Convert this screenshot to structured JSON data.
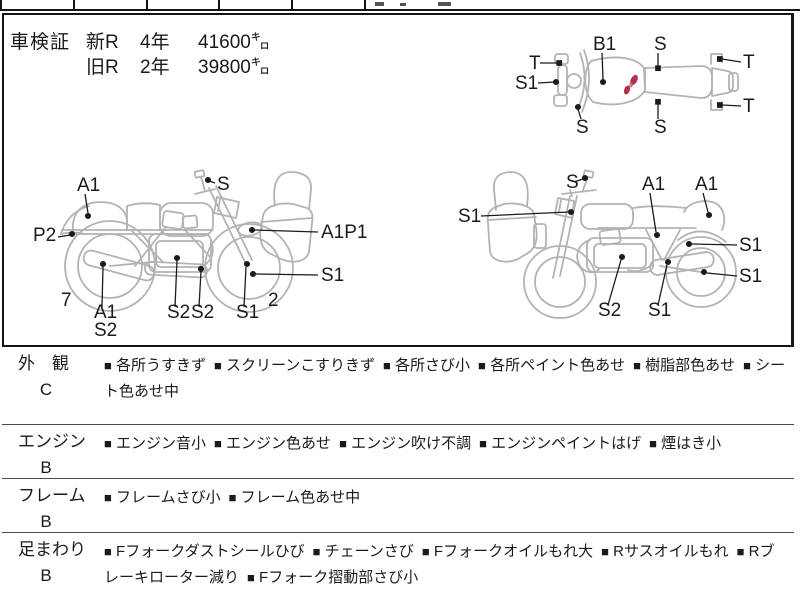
{
  "header": {
    "title": "車検証",
    "rows": [
      {
        "label": "新R",
        "year": "4年",
        "distance": "41600㌔"
      },
      {
        "label": "旧R",
        "year": "2年",
        "distance": "39800㌔"
      }
    ]
  },
  "diagrams": {
    "top_view": {
      "labels": {
        "b1": "B1",
        "s_top": "S",
        "t_left": "T",
        "s1_left": "S1",
        "s_bl": "S",
        "s_bc": "S",
        "t_rt": "T",
        "t_rb": "T"
      }
    },
    "side_view_right_facing": {
      "labels": {
        "a1_top": "A1",
        "s_top": "S",
        "p2": "P2",
        "a1p1": "A1P1",
        "s1_right": "S1",
        "num7": "7",
        "a1_bottom": "A1",
        "s2_below": "S2",
        "s2_mid_a": "S2",
        "s2_mid_b": "S2",
        "s1_bottom": "S1",
        "num2": "2"
      }
    },
    "side_view_left_facing": {
      "labels": {
        "s1_left": "S1",
        "s_top": "S",
        "a1_side": "A1",
        "a1_tail": "A1",
        "s1_upper": "S1",
        "s1_lower": "S1",
        "s2_bottom": "S2",
        "s1_bottom": "S1"
      }
    }
  },
  "condition_table": {
    "bullet": "■",
    "rows": [
      {
        "category": "外　観",
        "grade": "C",
        "items": [
          "各所うすきず",
          "スクリーンこすりきず",
          "各所さび小",
          "各所ペイント色あせ",
          "樹脂部色あせ",
          "シート色あせ中"
        ]
      },
      {
        "category": "エンジン",
        "grade": "B",
        "items": [
          "エンジン音小",
          "エンジン色あせ",
          "エンジン吹け不調",
          "エンジンペイントはげ",
          "煙はき小"
        ]
      },
      {
        "category": "フレーム",
        "grade": "B",
        "items": [
          "フレームさび小",
          "フレーム色あせ中"
        ]
      },
      {
        "category": "足まわり",
        "grade": "B",
        "items": [
          "Fフォークダストシールひび",
          "チェーンさび",
          "Fフォークオイルもれ大",
          "Rサスオイルもれ",
          "Rブレーキローター減り",
          "Fフォーク摺動部さび小"
        ]
      }
    ]
  },
  "colors": {
    "line_art": "#b3b3b3",
    "damage_mark": "#b13246",
    "border": "#151515",
    "leader": "#1b1b1b"
  }
}
